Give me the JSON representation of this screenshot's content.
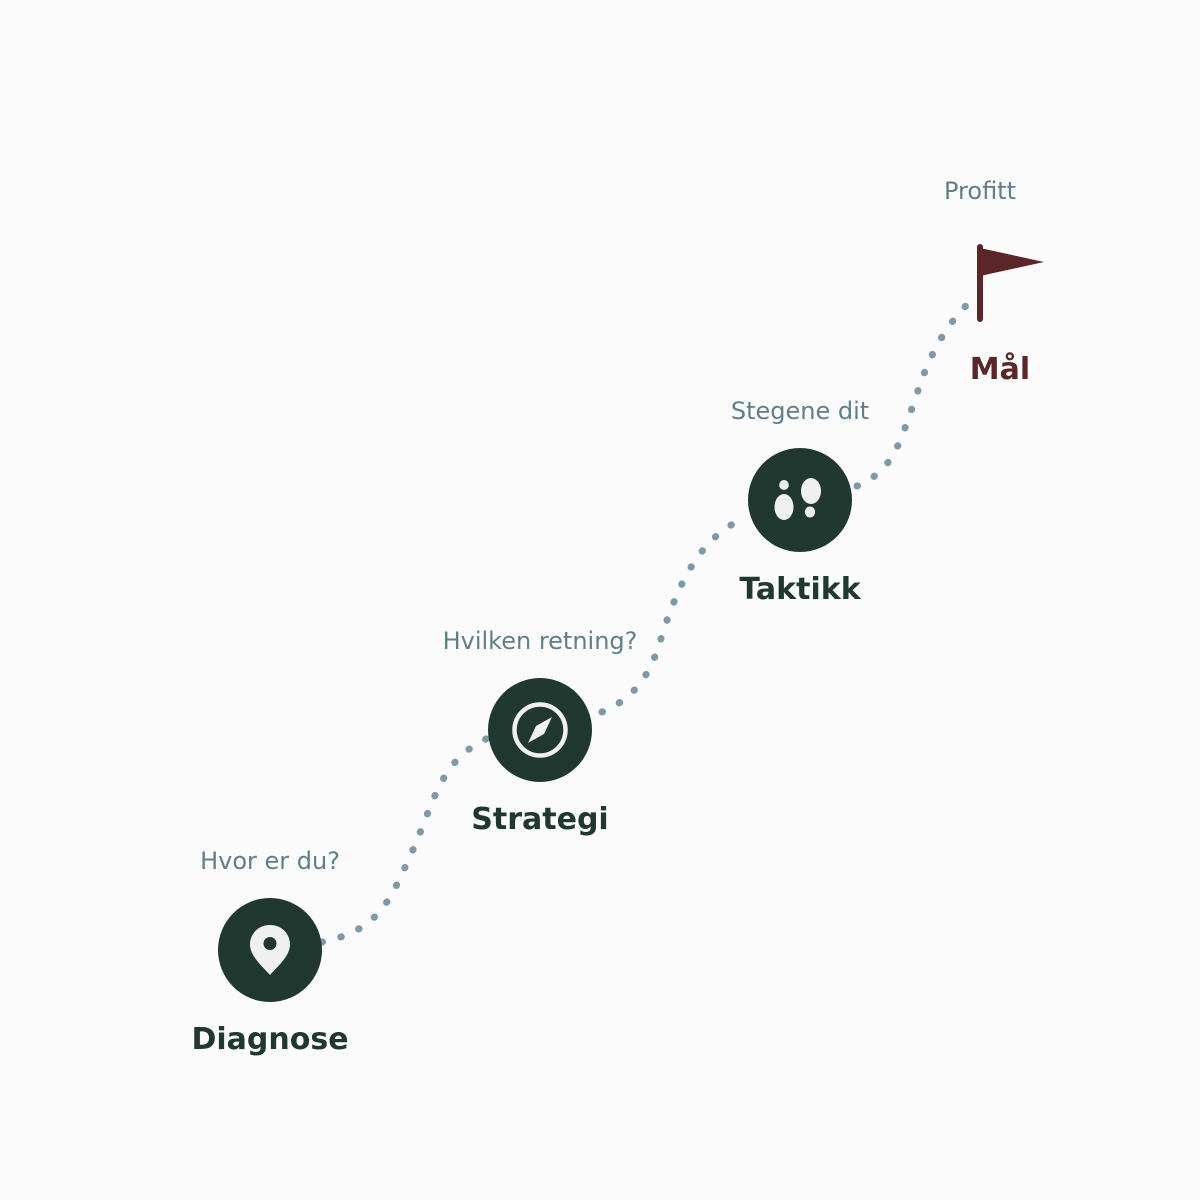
{
  "colors": {
    "node": "#20382f",
    "icon": "#f0f0f0",
    "path": "#7d9aa6",
    "subtitle": "#607f8b",
    "title": "#20382f",
    "goal": "#5a2628",
    "background": "#fbfbfb"
  },
  "steps": [
    {
      "title": "Diagnose",
      "subtitle": "Hvor er du?",
      "icon": "location-pin-icon"
    },
    {
      "title": "Strategi",
      "subtitle": "Hvilken retning?",
      "icon": "compass-icon"
    },
    {
      "title": "Taktikk",
      "subtitle": "Stegene dit",
      "icon": "footsteps-icon"
    }
  ],
  "goal": {
    "title": "Mål",
    "subtitle": "Profitt",
    "icon": "flag-icon"
  }
}
